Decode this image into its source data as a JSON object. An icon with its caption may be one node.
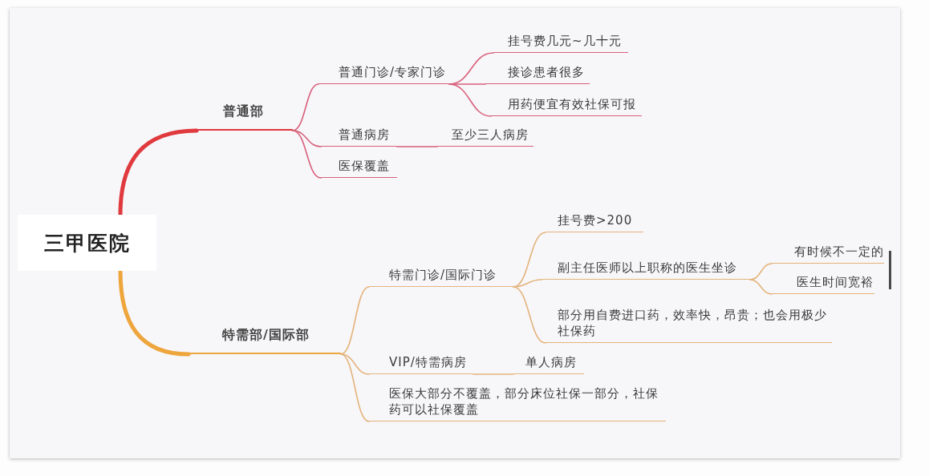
{
  "diagram": {
    "nodes": [
      {
        "text": [
          "三甲医院"
        ]
      },
      {
        "text": [
          "普通部"
        ]
      },
      {
        "text": [
          "普通门诊/专家门诊"
        ]
      },
      {
        "text": [
          "挂号费几元~几十元"
        ]
      },
      {
        "text": [
          "接诊患者很多"
        ]
      },
      {
        "text": [
          "用药便宜有效社保可报"
        ]
      },
      {
        "text": [
          "普通病房"
        ]
      },
      {
        "text": [
          "至少三人病房"
        ]
      },
      {
        "text": [
          "医保覆盖"
        ]
      },
      {
        "text": [
          "特需部/国际部"
        ]
      },
      {
        "text": [
          "特需门诊/国际门诊"
        ]
      },
      {
        "text": [
          "挂号费>200"
        ]
      },
      {
        "text": [
          "副主任医师以上职称的医生坐诊"
        ]
      },
      {
        "text": [
          "有时候不一定的"
        ]
      },
      {
        "text": [
          "医生时间宽裕"
        ]
      },
      {
        "text": [
          "部分用自费进口药，效率快，昂贵；也会用极少社保药"
        ]
      },
      {
        "text": [
          "VIP/特需病房"
        ]
      },
      {
        "text": [
          "单人病房"
        ]
      },
      {
        "text": [
          "医保大部分不覆盖，部分床位社保一部分，社保药可以社保覆盖"
        ]
      }
    ],
    "edges": [
      {
        "from": 0,
        "to": 1,
        "arrow": "none",
        "style": "thick",
        "color": "#e0393e"
      },
      {
        "from": 1,
        "to": 2,
        "arrow": "none",
        "color": "#d8607a"
      },
      {
        "from": 2,
        "to": 3,
        "arrow": "none",
        "color": "#d8607a"
      },
      {
        "from": 2,
        "to": 4,
        "arrow": "none",
        "color": "#d8607a"
      },
      {
        "from": 2,
        "to": 5,
        "arrow": "none",
        "color": "#d8607a"
      },
      {
        "from": 1,
        "to": 6,
        "arrow": "none",
        "color": "#d8607a"
      },
      {
        "from": 6,
        "to": 7,
        "arrow": "none",
        "color": "#d8607a"
      },
      {
        "from": 1,
        "to": 8,
        "arrow": "none",
        "color": "#d8607a"
      },
      {
        "from": 0,
        "to": 9,
        "arrow": "none",
        "style": "thick",
        "color": "#eea53c"
      },
      {
        "from": 9,
        "to": 10,
        "arrow": "none"
      },
      {
        "from": 10,
        "to": 11,
        "arrow": "none"
      },
      {
        "from": 10,
        "to": 12,
        "arrow": "none"
      },
      {
        "from": 12,
        "to": 13,
        "arrow": "none"
      },
      {
        "from": 12,
        "to": 14,
        "arrow": "none"
      },
      {
        "from": 10,
        "to": 15,
        "arrow": "none"
      },
      {
        "from": 9,
        "to": 16,
        "arrow": "none"
      },
      {
        "from": 16,
        "to": 17,
        "arrow": "none"
      },
      {
        "from": 9,
        "to": 18,
        "arrow": "none"
      }
    ]
  }
}
